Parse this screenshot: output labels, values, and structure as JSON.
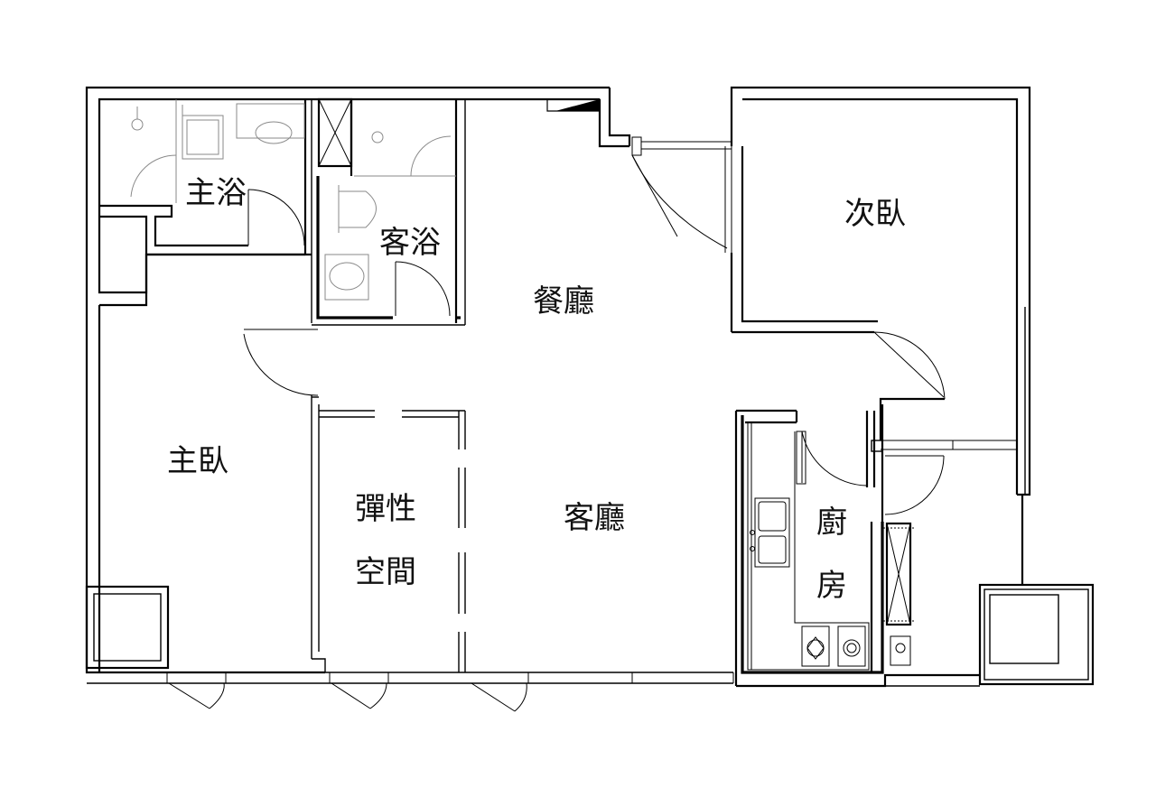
{
  "rooms": {
    "master_bath": "主浴",
    "guest_bath": "客浴",
    "dining": "餐廳",
    "second_bedroom": "次臥",
    "master_bedroom": "主臥",
    "flex_space_line1": "彈性",
    "flex_space_line2": "空間",
    "living": "客廳",
    "kitchen_line1": "廚",
    "kitchen_line2": "房"
  }
}
